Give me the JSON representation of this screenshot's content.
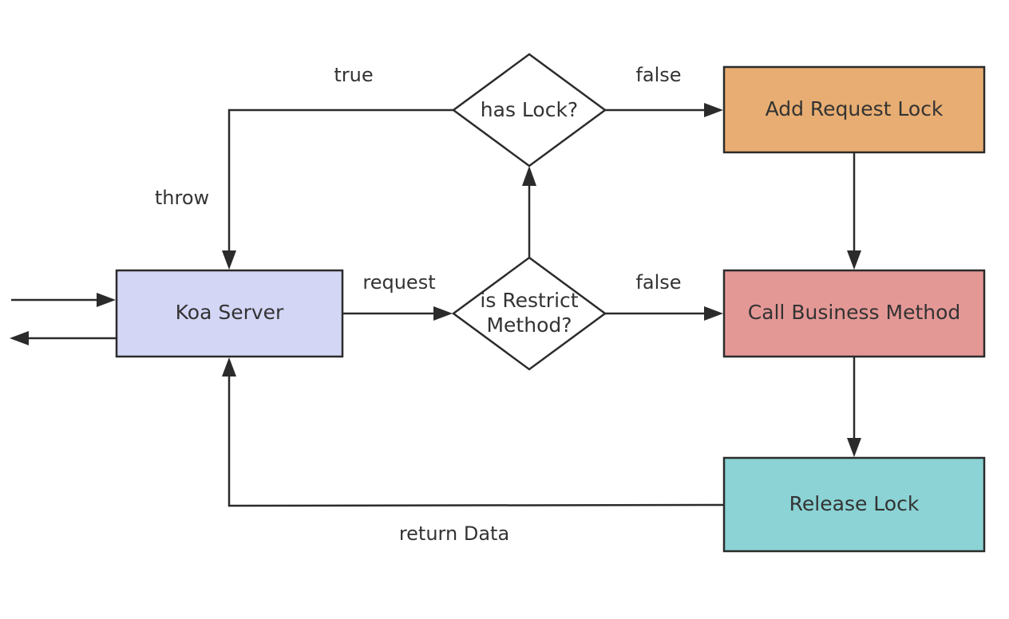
{
  "nodes": {
    "koa_server": {
      "label": "Koa Server",
      "color": "#d4d6f6"
    },
    "is_restrict": {
      "line1": "is Restrict",
      "line2": "Method?",
      "color": "#ffffff"
    },
    "has_lock": {
      "label": "has Lock?",
      "color": "#ffffff"
    },
    "add_lock": {
      "label": "Add Request Lock",
      "color": "#e8ad72"
    },
    "call_business": {
      "label": "Call Business Method",
      "color": "#e49896"
    },
    "release_lock": {
      "label": "Release Lock",
      "color": "#8bd3d5"
    }
  },
  "edges": {
    "request": "request",
    "true": "true",
    "throw": "throw",
    "false_top": "false",
    "false_mid": "false",
    "return_data": "return Data"
  },
  "colors": {
    "stroke": "#2b2b2b",
    "text": "#333333"
  }
}
